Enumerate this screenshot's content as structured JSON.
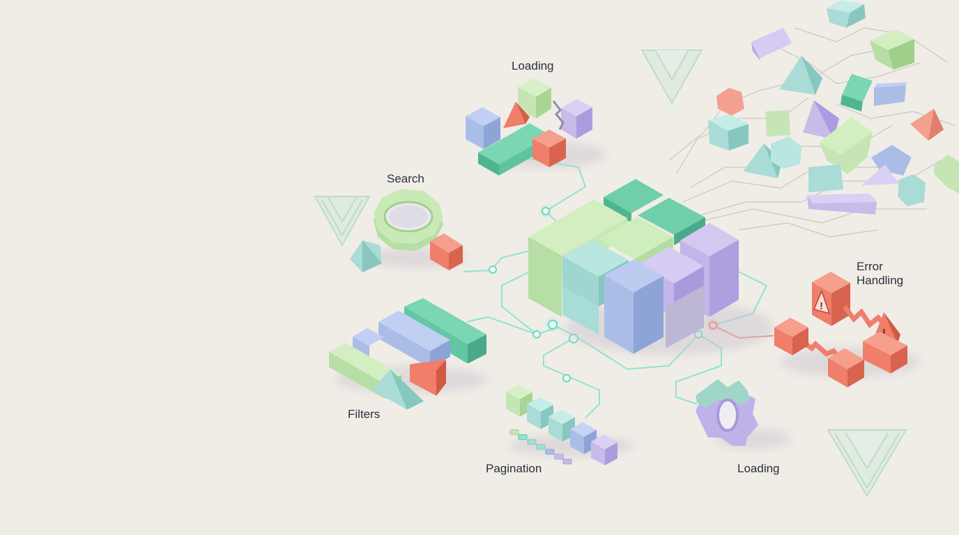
{
  "labels": {
    "loading_top": "Loading",
    "search": "Search",
    "filters": "Filters",
    "pagination": "Pagination",
    "loading_bottom": "Loading",
    "error_line1": "Error",
    "error_line2": "Handling"
  },
  "colors": {
    "background": "#f0ede7",
    "green": "#c5e6b4",
    "teal": "#6fcfb1",
    "aqua": "#a9dcd6",
    "blue": "#a9bde6",
    "lavender": "#c8bbea",
    "coral": "#ef7e6a",
    "connector": "#8fe3d0",
    "error_connector": "#f08a76",
    "vue_logo": "#b9dcc6"
  },
  "icons": [
    "vue-logo-icon",
    "magnifier-icon",
    "gear-icon",
    "warning-icon",
    "lightning-icon"
  ]
}
